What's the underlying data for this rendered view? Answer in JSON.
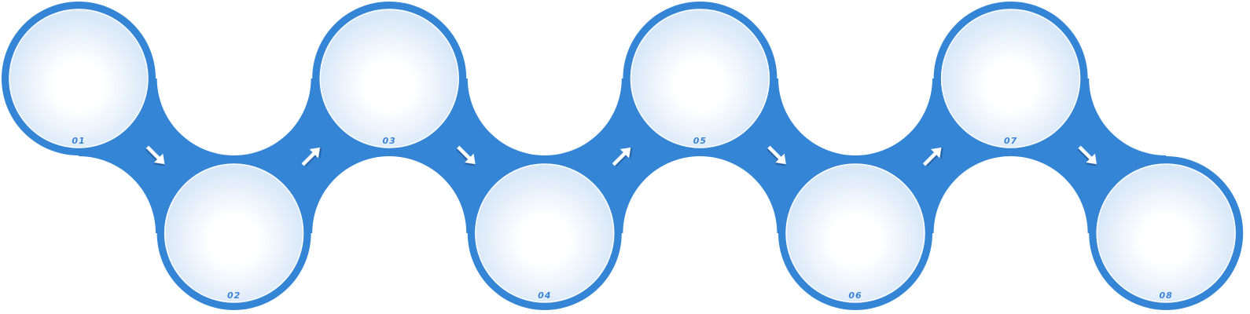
{
  "diagram": {
    "title": "",
    "steps": [
      {
        "label": "01"
      },
      {
        "label": "02"
      },
      {
        "label": "03"
      },
      {
        "label": "04"
      },
      {
        "label": "05"
      },
      {
        "label": "06"
      },
      {
        "label": "07"
      },
      {
        "label": "08"
      }
    ],
    "colors": {
      "band": "#3585d6",
      "inner_edge": "#d6e6f7",
      "inner_center": "#ffffff",
      "arrow": "#ffffff",
      "arrow_shadow": "#1d5a9c"
    }
  }
}
